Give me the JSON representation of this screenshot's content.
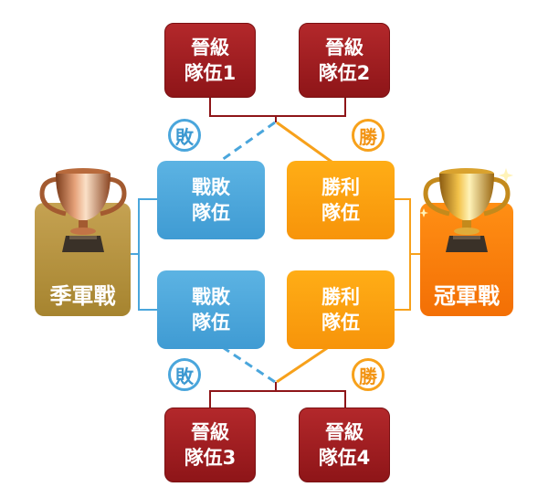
{
  "qualifiers": [
    {
      "line1": "晉級",
      "line2": "隊伍1"
    },
    {
      "line1": "晉級",
      "line2": "隊伍2"
    },
    {
      "line1": "晉級",
      "line2": "隊伍3"
    },
    {
      "line1": "晉級",
      "line2": "隊伍4"
    }
  ],
  "losers": [
    {
      "line1": "戰敗",
      "line2": "隊伍"
    },
    {
      "line1": "戰敗",
      "line2": "隊伍"
    }
  ],
  "winners": [
    {
      "line1": "勝利",
      "line2": "隊伍"
    },
    {
      "line1": "勝利",
      "line2": "隊伍"
    }
  ],
  "markers": {
    "lose": "敗",
    "win": "勝"
  },
  "third_place": {
    "label": "季軍戰"
  },
  "final": {
    "label": "冠軍戰"
  },
  "icons": {
    "third_place_trophy": "bronze-trophy-icon",
    "final_trophy": "gold-trophy-icon"
  },
  "colors": {
    "qualifier": "#9e1c1f",
    "loser": "#4aa6dc",
    "winner": "#f7a11b",
    "third_place": "#b8953f",
    "final": "#f57a0a"
  }
}
